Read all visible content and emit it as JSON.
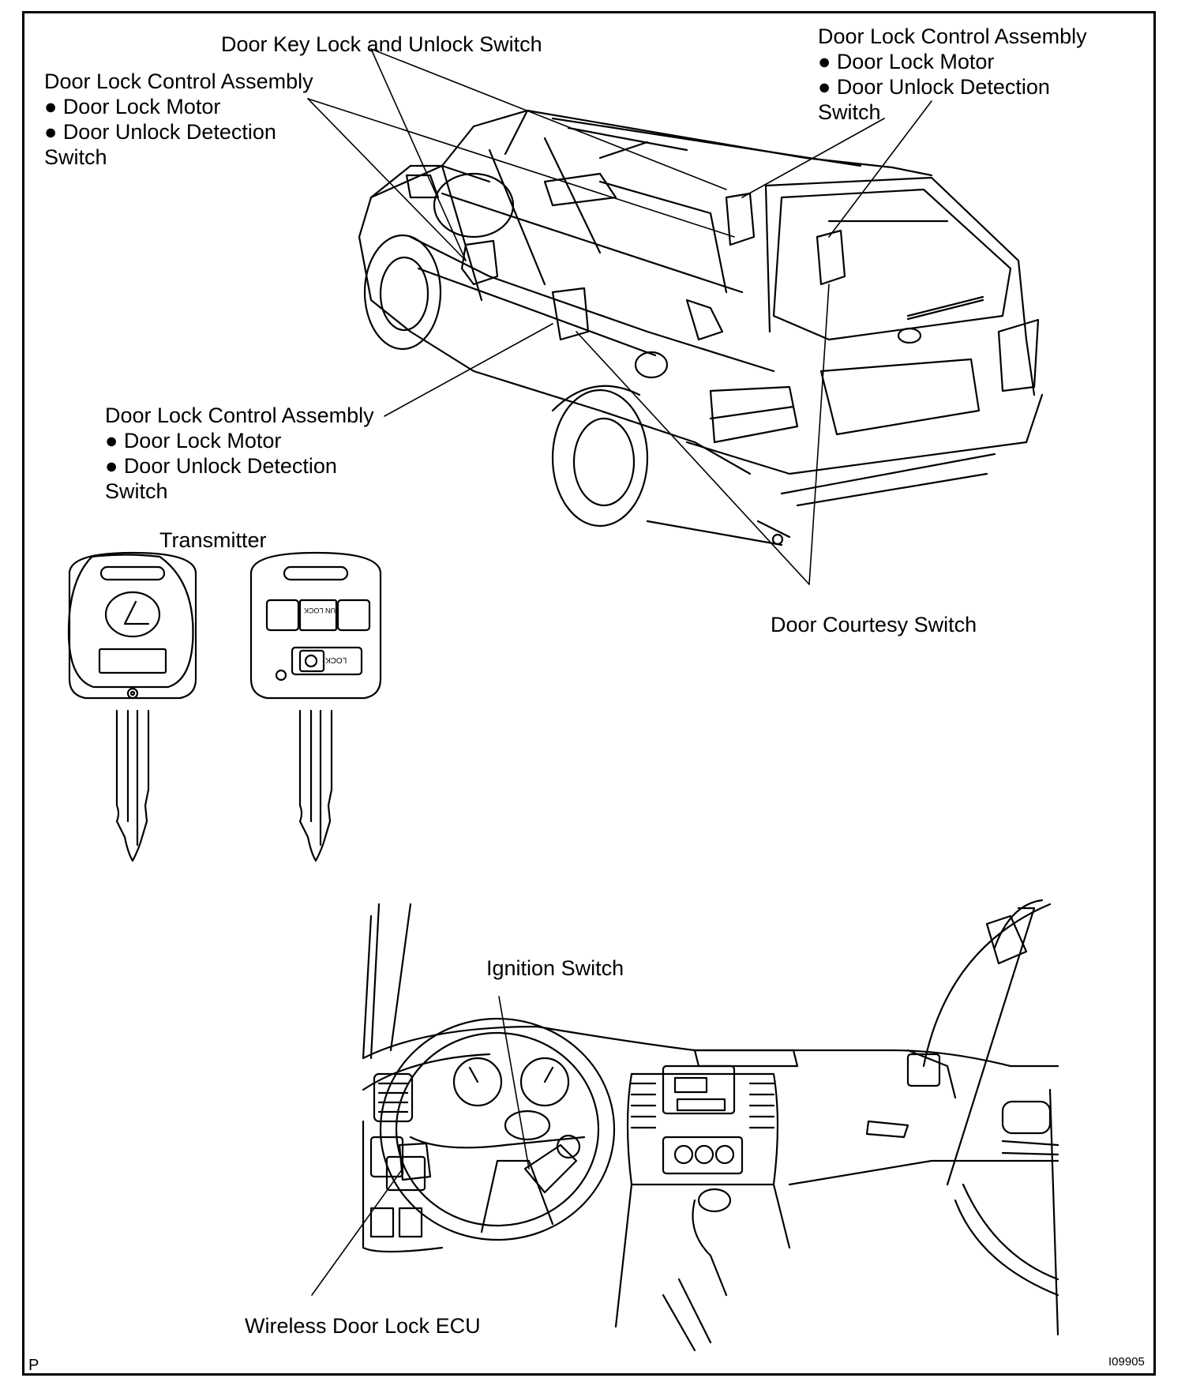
{
  "labels": {
    "door_key_switch": "Door Key Lock and Unlock Switch",
    "front_left_assembly": {
      "title": "Door Lock Control Assembly",
      "motor": "Door Lock Motor",
      "detect": "Door Unlock Detection",
      "switch_word": "Switch"
    },
    "back_door_assembly": {
      "title": "Door Lock Control Assembly",
      "motor": "Door Lock Motor",
      "detect": "Door Unlock Detection",
      "switch_word": "Switch"
    },
    "rear_assembly": {
      "title": "Door Lock Control Assembly",
      "motor": "Door Lock Motor",
      "detect": "Door Unlock Detection",
      "switch_word": "Switch"
    },
    "transmitter": "Transmitter",
    "door_courtesy": "Door Courtesy Switch",
    "ignition": "Ignition Switch",
    "ecu": "Wireless Door Lock ECU"
  },
  "key_buttons": {
    "unlock": "UN LOCK",
    "lock": "LOCK"
  },
  "footer": {
    "corner_letter": "P",
    "figure_id": "I09905"
  }
}
